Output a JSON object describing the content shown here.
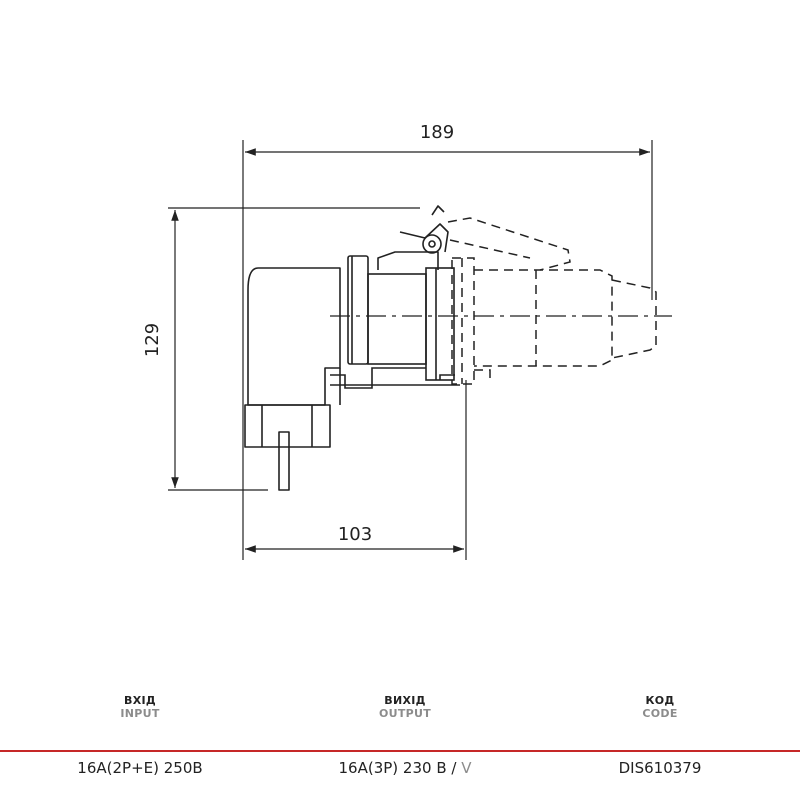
{
  "drawing": {
    "dimensions": {
      "overall_length": "189",
      "height": "129",
      "base_length": "103"
    }
  },
  "spec": {
    "columns": [
      {
        "label_ua": "ВХІД",
        "label_en": "INPUT"
      },
      {
        "label_ua": "ВИХІД",
        "label_en": "OUTPUT"
      },
      {
        "label_ua": "КОД",
        "label_en": "CODE"
      }
    ],
    "values": {
      "input": "16A(2P+E) 250В",
      "output_main": "16A(3P) 230 В /",
      "output_suffix": "V",
      "code": "DIS610379"
    }
  },
  "colors": {
    "accent_rule": "#c62828",
    "line": "#222222",
    "muted_text": "#8c8c8c"
  }
}
